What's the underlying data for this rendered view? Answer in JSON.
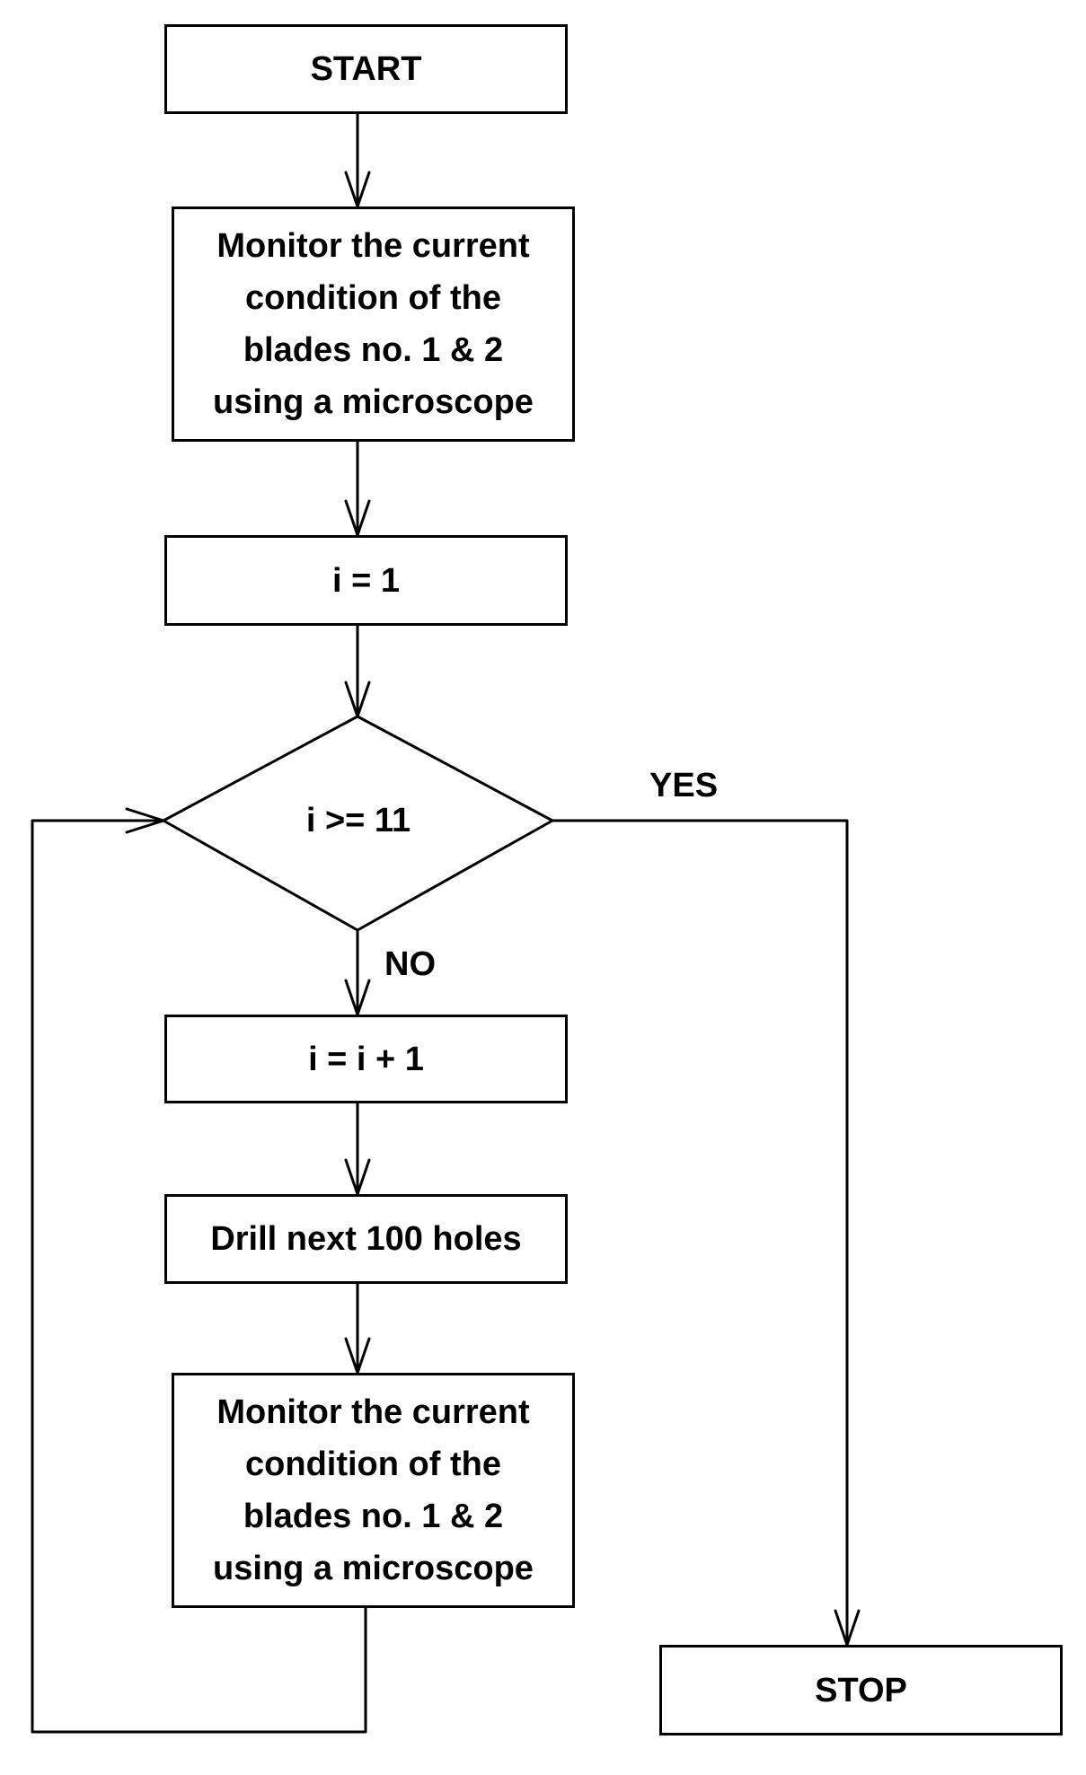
{
  "nodes": {
    "start": "START",
    "monitor_initial": [
      "Monitor the current",
      "condition of the",
      "blades no. 1 & 2",
      "using a microscope"
    ],
    "init_counter": "i = 1",
    "decision": "i >= 11",
    "increment": "i = i + 1",
    "drill": "Drill next 100 holes",
    "monitor_loop": [
      "Monitor the current",
      "condition of the",
      "blades no. 1 & 2",
      "using a microscope"
    ],
    "stop": "STOP"
  },
  "edges": {
    "yes_label": "YES",
    "no_label": "NO"
  }
}
